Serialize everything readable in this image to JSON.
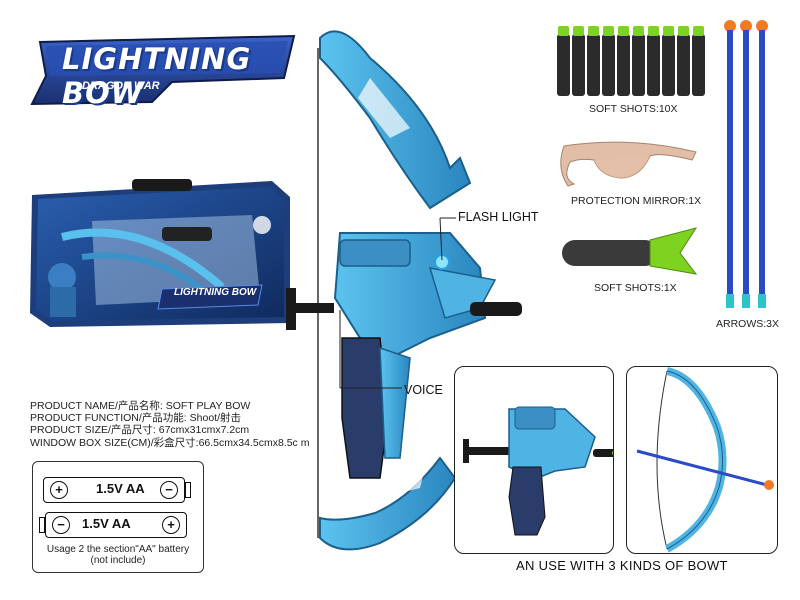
{
  "logo": {
    "title": "LIGHTNING BOW",
    "subtitle": "DRAGON WAR"
  },
  "package_box": {
    "label": "LIGHTNING BOW"
  },
  "accessories": {
    "soft_shots_10": "SOFT SHOTS:10X",
    "protection_mirror": "PROTECTION MIRROR:1X",
    "soft_shots_1": "SOFT SHOTS:1X",
    "arrows": "ARROWS:3X"
  },
  "callouts": {
    "flash_light": "FLASH LIGHT",
    "voice": "VOICE"
  },
  "specs": [
    "PRODUCT NAME/产品名称:  SOFT PLAY BOW",
    "PRODUCT FUNCTION/产品功能:  Shoot/射击",
    "PRODUCT SIZE/产品尺寸: 67cmx31cmx7.2cm",
    "WINDOW BOX SIZE(CM)/彩盒尺寸:66.5cmx34.5cmx8.5c m"
  ],
  "battery": {
    "cell_label_1": "1.5V AA",
    "cell_label_2": "1.5V AA",
    "plus": "+",
    "minus": "−",
    "usage": "Usage 2 the section\"AA\" battery",
    "usage_note": "(not include)"
  },
  "bottom_caption": "AN USE WITH 3 KINDS OF BOWT",
  "colors": {
    "bow_blue": "#3aa3d6",
    "bow_dark": "#1b5f8a",
    "logo_navy": "#1a2f6e",
    "dart_black": "#2b2b2b",
    "dart_green": "#7ed321",
    "arrow_blue": "#2a4bc8",
    "arrow_tip": "#f07a2a",
    "arrow_fletch": "#2fc4c9",
    "glasses_tint": "#d9a98a"
  }
}
